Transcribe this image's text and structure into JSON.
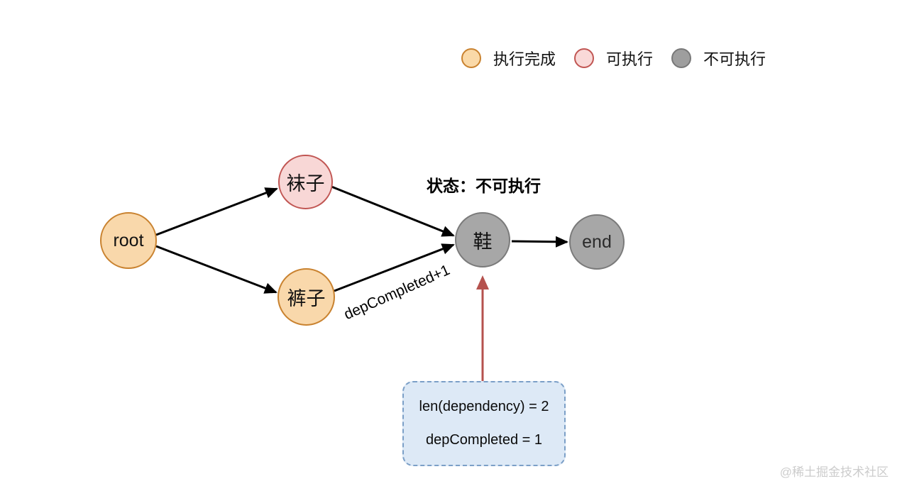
{
  "legend": {
    "items": [
      {
        "id": "completed",
        "label": "执行完成",
        "fill": "#fad9a8",
        "border": "#c9822f"
      },
      {
        "id": "executable",
        "label": "可执行",
        "fill": "#f9d9d8",
        "border": "#c15653"
      },
      {
        "id": "blocked",
        "label": "不可执行",
        "fill": "#9e9e9e",
        "border": "#787878"
      }
    ]
  },
  "diagram": {
    "nodes": [
      {
        "id": "root",
        "label": "root",
        "status": "completed"
      },
      {
        "id": "socks",
        "label": "袜子",
        "status": "executable"
      },
      {
        "id": "pants",
        "label": "裤子",
        "status": "completed"
      },
      {
        "id": "shoe",
        "label": "鞋",
        "status": "blocked"
      },
      {
        "id": "end",
        "label": "end",
        "status": "blocked"
      }
    ],
    "edges": [
      {
        "from": "root",
        "to": "socks"
      },
      {
        "from": "root",
        "to": "pants"
      },
      {
        "from": "socks",
        "to": "shoe"
      },
      {
        "from": "pants",
        "to": "shoe",
        "label": "depCompleted+1"
      },
      {
        "from": "shoe",
        "to": "end"
      }
    ],
    "edge_label": "depCompleted+1",
    "status_caption": "状态：不可执行",
    "annotation": {
      "line1": "len(dependency) = 2",
      "line2": "depCompleted = 1",
      "points_to": "shoe"
    }
  },
  "colors": {
    "edge": "#000000",
    "annotation_arrow": "#b5524e",
    "annotation_box_fill": "#dde9f6",
    "annotation_box_border": "#7b9fc7"
  },
  "watermark": "@稀土掘金技术社区"
}
